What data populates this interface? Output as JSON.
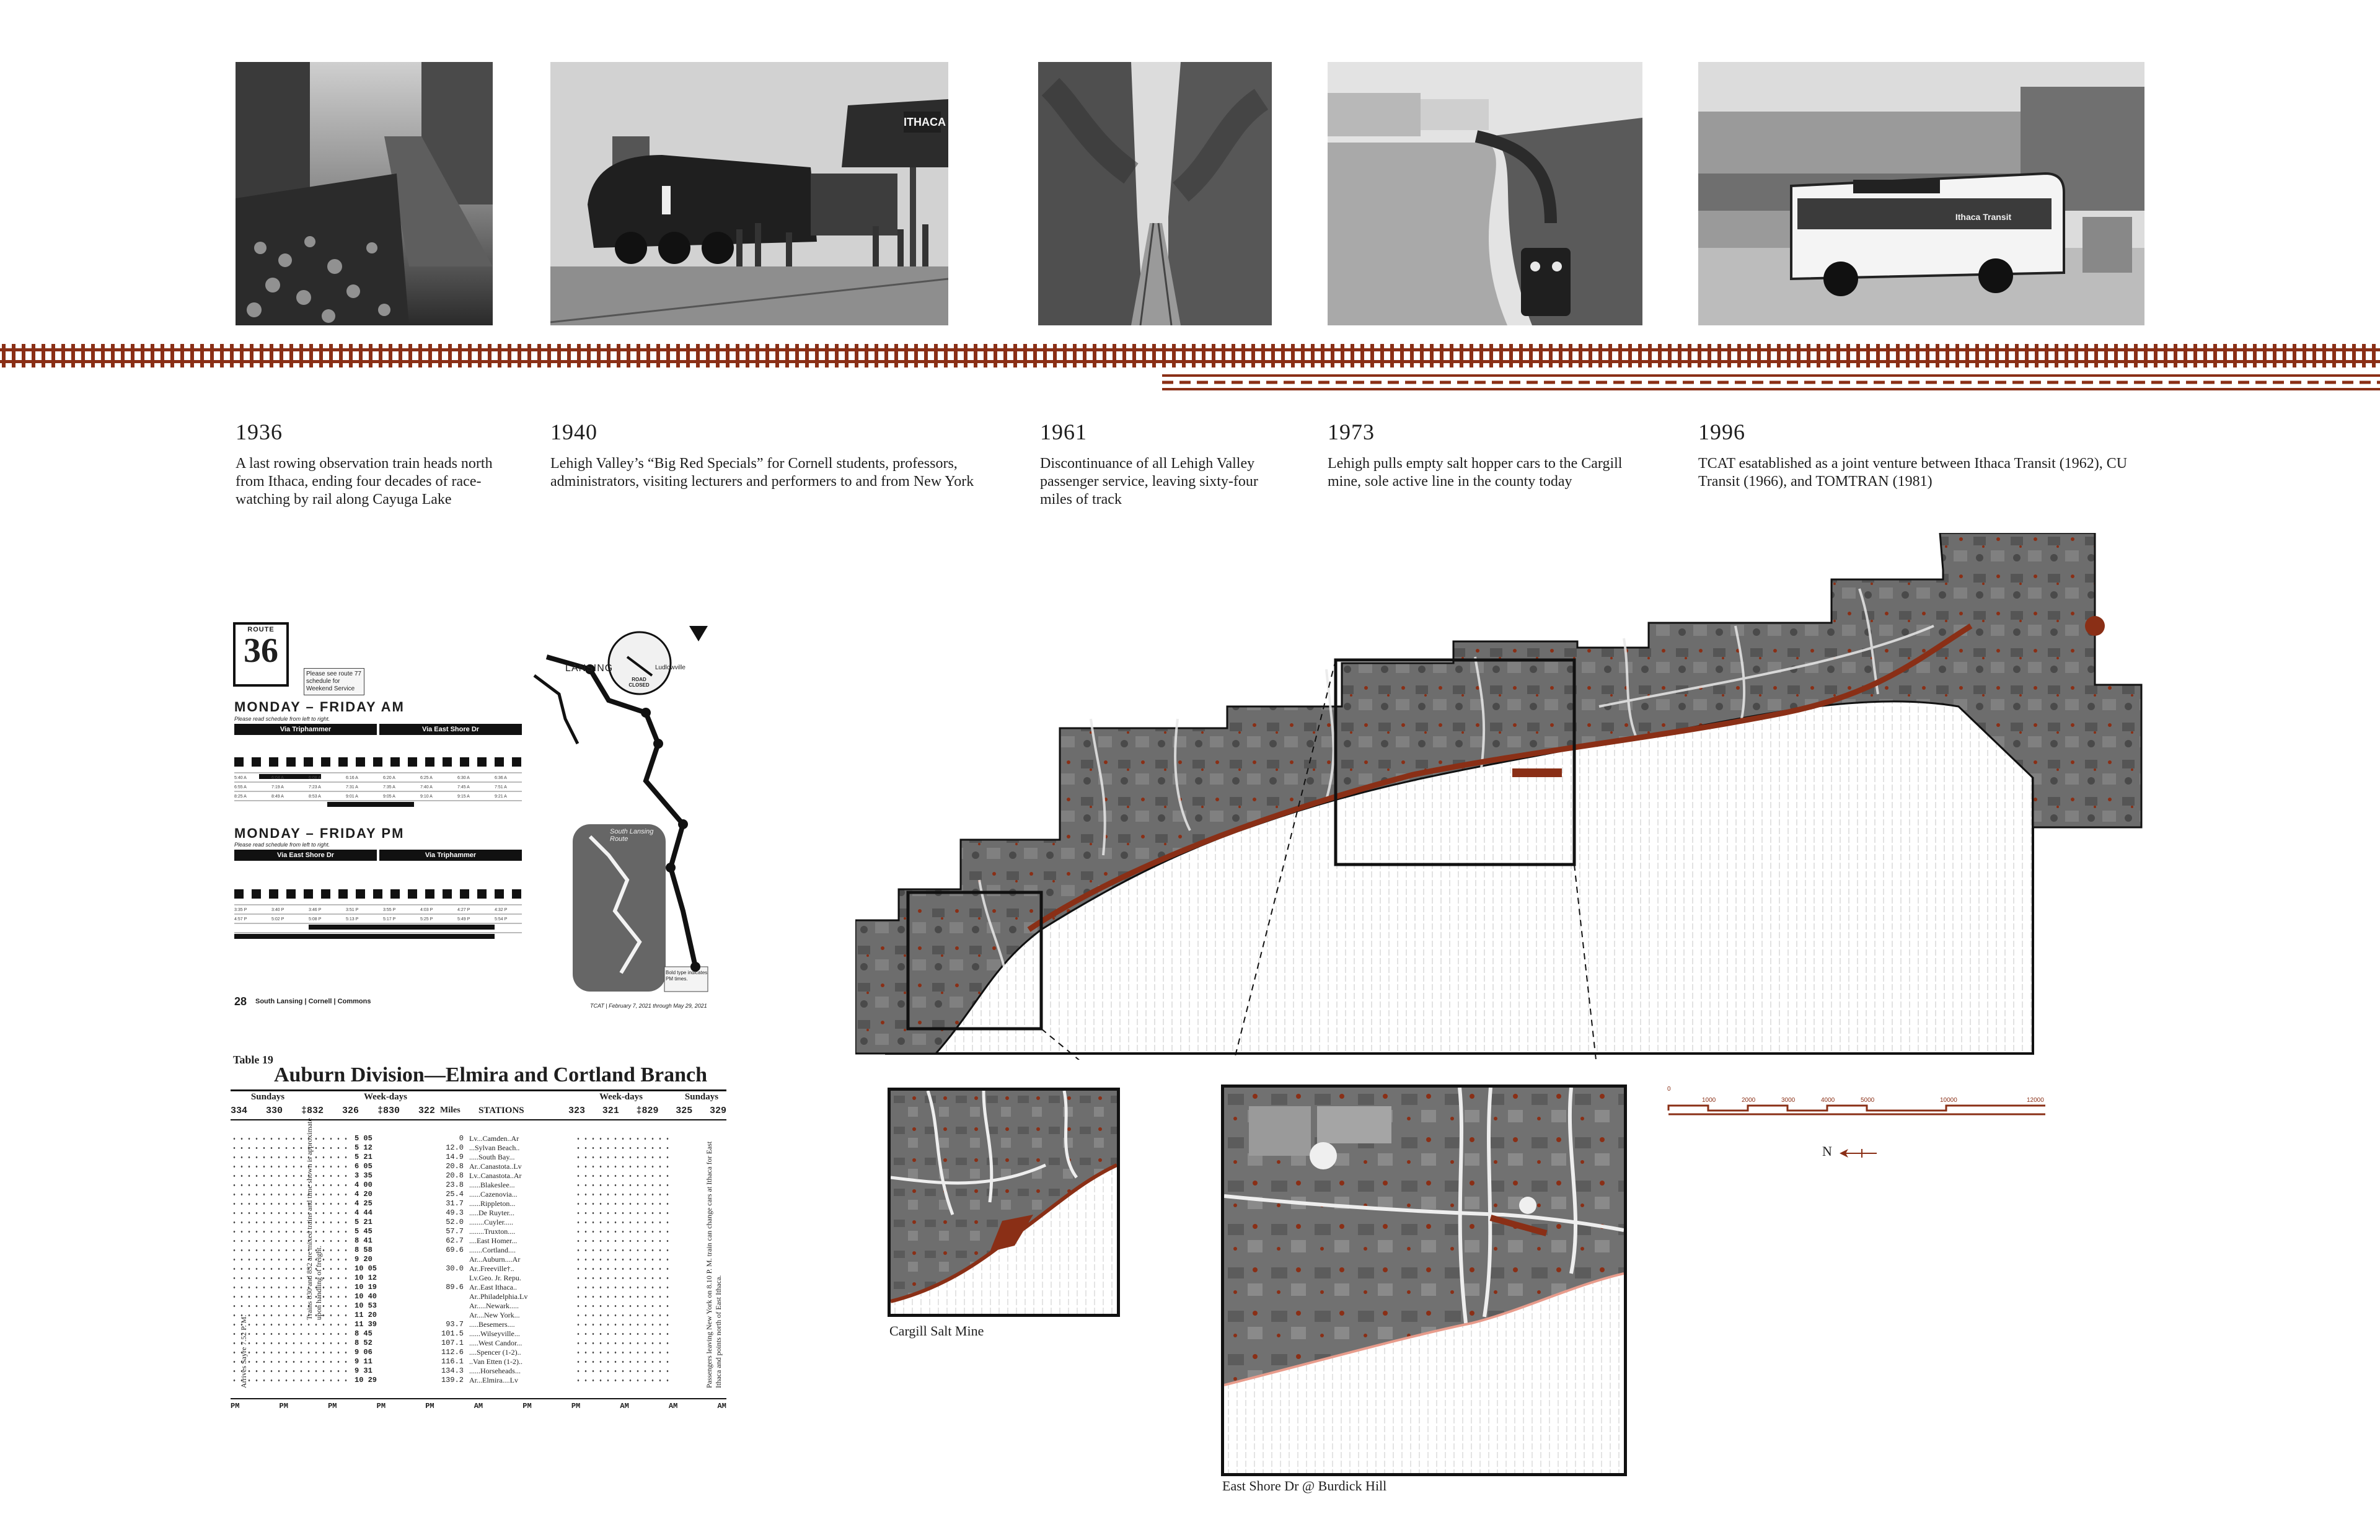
{
  "timeline": [
    {
      "year": "1936",
      "caption": "A last rowing observation train heads north from Ithaca, ending four decades of race-watching by rail along Cayuga Lake"
    },
    {
      "year": "1940",
      "caption": "Lehigh Valley’s “Big Red Specials” for Cornell students, professors, administrators, visiting lecturers and performers to and from New York"
    },
    {
      "year": "1961",
      "caption": "Discontinuance of all Lehigh Valley passenger service, leaving sixty-four miles of track"
    },
    {
      "year": "1973",
      "caption": "Lehigh pulls empty salt hopper cars to the Cargill mine, sole active line in the county today"
    },
    {
      "year": "1996",
      "caption": "TCAT esatablished as a joint venture between Ithaca Transit (1962), CU Transit (1966), and TOMTRAN (1981)"
    }
  ],
  "photo_signs": {
    "station_sign": "ITHACA",
    "bus_sign": "Ithaca Transit"
  },
  "bus_schedule": {
    "route_label": "ROUTE",
    "route_number": "36",
    "service_note": "Please see route 77 schedule for Weekend Service",
    "place_lansing": "LANSING",
    "place_ludlowville": "Ludlowville",
    "am_title": "MONDAY – FRIDAY AM",
    "pm_title": "MONDAY – FRIDAY PM",
    "read_note": "Please read schedule from left to right.",
    "via_triphammer": "Via Triphammer",
    "via_east_shore": "Via East Shore Dr",
    "route_name": "South Lansing Route",
    "footer_page": "28",
    "footer_title": "South Lansing | Cornell | Commons",
    "footer_dates": "TCAT | February 7, 2021 through May 29, 2021",
    "road_closed": "ROAD CLOSED",
    "bold_note": "Bold type indicates PM times."
  },
  "railway_timetable": {
    "table_label": "Table 19",
    "title": "Auburn Division—Elmira and Cortland Branch",
    "left_group_sundays": "Sundays",
    "left_group_weekdays": "Week-days",
    "right_group_weekdays": "Week-days",
    "right_group_sundays": "Sundays",
    "left_trains": [
      "334",
      "330",
      "‡832",
      "326",
      "‡830",
      "322"
    ],
    "right_trains": [
      "323",
      "321",
      "‡829",
      "325",
      "329"
    ],
    "miles_header": "Miles",
    "stations_header": "STATIONS",
    "stations": [
      "Lv...Camden..Ar",
      "...Sylvan Beach..",
      ".....South Bay...",
      "Ar..Canastota..Lv",
      "Lv..Canastota..Ar",
      "......Blakeslee...",
      "......Cazenovia...",
      "......Rippleton...",
      ".....De Ruyter...",
      "........Cuyler.....",
      "........Truxton....",
      "....East Homer...",
      ".......Cortland....",
      "Ar...Auburn....Ar",
      "Ar..Freeville†..",
      "Lv.Geo. Jr. Repu.",
      "Ar..East Ithaca..",
      "Ar..Philadelphia.Lv",
      "Ar.....Newark.....",
      "Ar....New York...",
      ".....Besemers....",
      "......Wilseyville...",
      ".....West Candor...",
      "....Spencer (1-2)..",
      "..Van Etten (1-2)..",
      "......Horseheads...",
      "Ar...Elmira....Lv"
    ],
    "miles": [
      "0",
      "12.0",
      "14.9",
      "20.8",
      "20.8",
      "23.8",
      "25.4",
      "31.7",
      "49.3",
      "52.0",
      "57.7",
      "62.7",
      "69.6",
      "",
      "30.0",
      "",
      "89.6",
      "",
      "",
      "",
      "93.7",
      "101.5",
      "107.1",
      "112.6",
      "116.1",
      "134.3",
      "139.2"
    ],
    "left_note": "Trains 830 and 832 are mixed trains and time shown is approximate upon handling of freight.",
    "left_note2": "Arrives Sayre 7.52 P. M.",
    "right_note": "Passengers leaving New York on 8.10 P. M. train can change cars at Ithaca for East Ithaca and points north of East Ithaca.",
    "sample_times": [
      "5 05",
      "5 12",
      "5 21",
      "6 05",
      "3 35",
      "4 00",
      "4 20",
      "4 25",
      "4 44",
      "5 21",
      "5 45",
      "8 41",
      "8 58",
      "9 20",
      "10 05",
      "10 12",
      "10 19",
      "10 40",
      "10 53",
      "11 20",
      "11 39",
      "8 45",
      "8 52",
      "9 06",
      "9 11",
      "9 31",
      "10 29"
    ],
    "footer_row": [
      "PM",
      "PM",
      "PM",
      "PM",
      "PM",
      "AM",
      "PM",
      "PM",
      "AM",
      "AM",
      "AM"
    ]
  },
  "map": {
    "inset_1_label": "Cargill Salt Mine",
    "inset_2_label": "East Shore Dr @ Burdick Hill",
    "scale_labels": [
      "0",
      "1000",
      "2000",
      "3000",
      "4000",
      "5000",
      "10000",
      "12000"
    ],
    "north_label": "N",
    "colors": {
      "accent": "#8a2f16",
      "track": "#9b3a1f",
      "water_hatch": "#bdbdbd"
    }
  }
}
